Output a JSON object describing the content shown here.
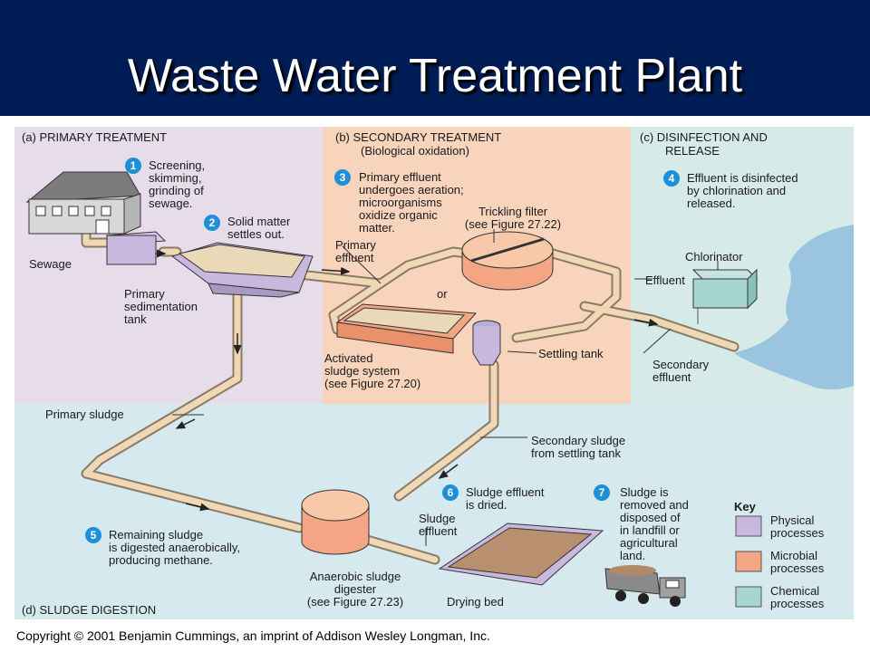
{
  "title": "Waste Water Treatment Plant",
  "sections": {
    "primary": "(a) PRIMARY TREATMENT",
    "secondary_line1": "(b) SECONDARY TREATMENT",
    "secondary_line2": "(Biological oxidation)",
    "disinfection_line1": "(c) DISINFECTION AND",
    "disinfection_line2": "RELEASE",
    "sludge": "(d) SLUDGE DIGESTION"
  },
  "steps": [
    {
      "num": "1",
      "lines": [
        "Screening,",
        "skimming,",
        "grinding of",
        "sewage."
      ]
    },
    {
      "num": "2",
      "lines": [
        "Solid matter",
        "settles out."
      ]
    },
    {
      "num": "3",
      "lines": [
        "Primary effluent",
        "undergoes aeration;",
        "microorganisms",
        "oxidize organic",
        "matter."
      ]
    },
    {
      "num": "4",
      "lines": [
        "Effluent is disinfected",
        "by chlorination and",
        "released."
      ]
    },
    {
      "num": "5",
      "lines": [
        "Remaining sludge",
        "is digested anaerobically,",
        "producing methane."
      ]
    },
    {
      "num": "6",
      "lines": [
        "Sludge effluent",
        "is dried."
      ]
    },
    {
      "num": "7",
      "lines": [
        "Sludge is",
        "removed and",
        "disposed of",
        "in landfill or",
        "agricultural",
        "land."
      ]
    }
  ],
  "labels": {
    "sewage": "Sewage",
    "primary_tank": [
      "Primary",
      "sedimentation",
      "tank"
    ],
    "primary_effluent": [
      "Primary",
      "effluent"
    ],
    "trickling_filter": [
      "Trickling filter",
      "(see Figure 27.22)"
    ],
    "or": "or",
    "activated_sludge": [
      "Activated",
      "sludge system",
      "(see Figure 27.20)"
    ],
    "settling_tank": "Settling tank",
    "effluent": "Effluent",
    "chlorinator": "Chlorinator",
    "secondary_effluent": [
      "Secondary",
      "effluent"
    ],
    "primary_sludge": "Primary sludge",
    "secondary_sludge": [
      "Secondary sludge",
      "from settling tank"
    ],
    "sludge_effluent": [
      "Sludge",
      "effluent"
    ],
    "digester": [
      "Anaerobic sludge",
      "digester",
      "(see Figure 27.23)"
    ],
    "drying_bed": "Drying bed"
  },
  "key": {
    "heading": "Key",
    "items": [
      {
        "lines": [
          "Physical",
          "processes"
        ],
        "color": "#c9b8de"
      },
      {
        "lines": [
          "Microbial",
          "processes"
        ],
        "color": "#f4a583"
      },
      {
        "lines": [
          "Chemical",
          "processes"
        ],
        "color": "#a7d6d1"
      }
    ]
  },
  "colors": {
    "primary_bg": "#e6dcea",
    "secondary_bg": "#f9d4bd",
    "disinfection_bg": "#d6ebe8",
    "sludge_bg": "#d5e9ee",
    "pipe": "#f0d8b4",
    "step_circle": "#1e90d8"
  },
  "copyright": "Copyright © 2001 Benjamin Cummings, an imprint of Addison Wesley Longman, Inc."
}
